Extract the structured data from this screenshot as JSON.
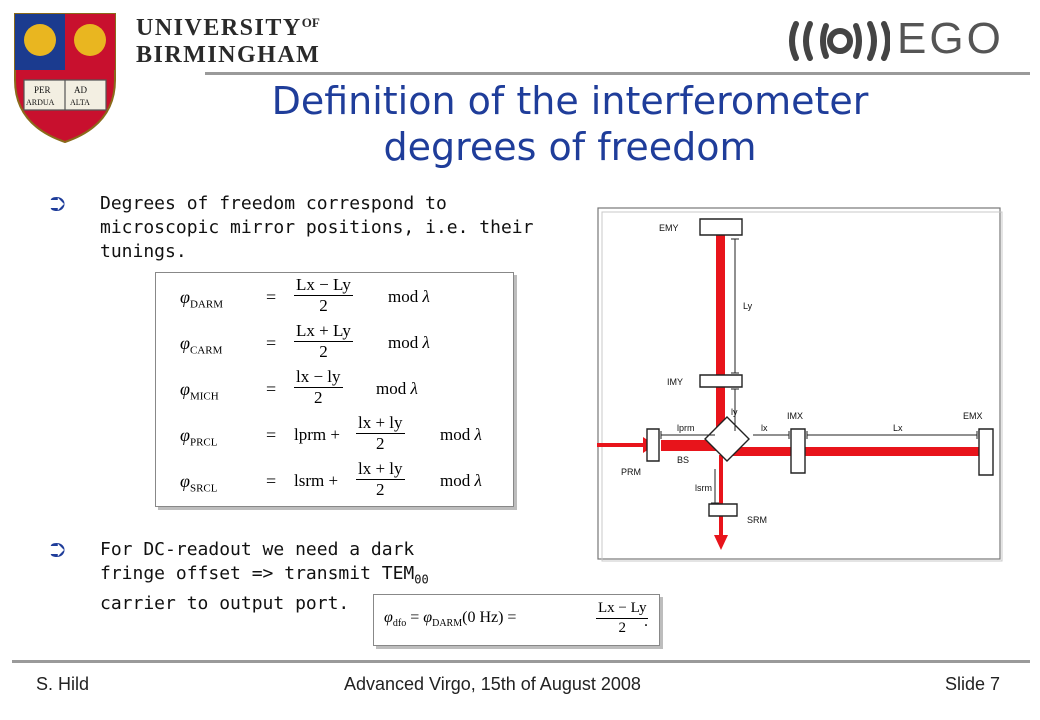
{
  "header": {
    "university_line1": "UNIVERSITY",
    "university_of": "OF",
    "university_line2": "BIRMINGHAM",
    "crest_motto_1": "PER",
    "crest_motto_2": "ARDUA",
    "crest_motto_3": "AD",
    "crest_motto_4": "ALTA",
    "ego_logo_text": "EGO"
  },
  "title": {
    "line1": "Definition of the interferometer",
    "line2": "degrees of freedom"
  },
  "bullets": [
    {
      "lines": [
        "Degrees of freedom correspond to",
        "microscopic mirror positions, i.e. their",
        "tunings."
      ]
    },
    {
      "lines": [
        "For DC-readout we need a dark",
        "fringe offset => transmit TEM",
        "carrier to output port."
      ],
      "sub": "00"
    }
  ],
  "equations": [
    {
      "phi": "φ",
      "sub": "DARM",
      "eq": "=",
      "pre": "",
      "num": "Lx − Ly",
      "den": "2",
      "mod": "mod",
      "lambda": "λ"
    },
    {
      "phi": "φ",
      "sub": "CARM",
      "eq": "=",
      "pre": "",
      "num": "Lx + Ly",
      "den": "2",
      "mod": "mod",
      "lambda": "λ"
    },
    {
      "phi": "φ",
      "sub": "MICH",
      "eq": "=",
      "pre": "",
      "num": "lx − ly",
      "den": "2",
      "mod": "mod",
      "lambda": "λ"
    },
    {
      "phi": "φ",
      "sub": "PRCL",
      "eq": "=",
      "pre": "lprm +",
      "num": "lx + ly",
      "den": "2",
      "mod": "mod",
      "lambda": "λ"
    },
    {
      "phi": "φ",
      "sub": "SRCL",
      "eq": "=",
      "pre": "lsrm +",
      "num": "lx + ly",
      "den": "2",
      "mod": "mod",
      "lambda": "λ"
    }
  ],
  "dfo": {
    "phi": "φ",
    "sub1": "dfo",
    "eq1": "=",
    "sub2": "DARM",
    "arg": "(0 Hz)",
    "eq2": "=",
    "num": "Lx − Ly",
    "den": "2",
    "dot": "."
  },
  "diagram": {
    "labels": {
      "emy": "EMY",
      "ly_long": "Ly",
      "imy": "IMY",
      "ly_short": "ly",
      "lprm": "lprm",
      "lx_short": "lx",
      "imx": "IMX",
      "lx_long": "Lx",
      "emx": "EMX",
      "prm": "PRM",
      "bs": "BS",
      "lsrm": "lsrm",
      "srm": "SRM"
    },
    "beam_color": "#e8141b"
  },
  "colors": {
    "title": "#1f3d9a",
    "bullet_arrow": "#1f3d9a"
  },
  "footer": {
    "author": "S. Hild",
    "event": "Advanced Virgo, 15th of August 2008",
    "slide": "Slide 7"
  }
}
